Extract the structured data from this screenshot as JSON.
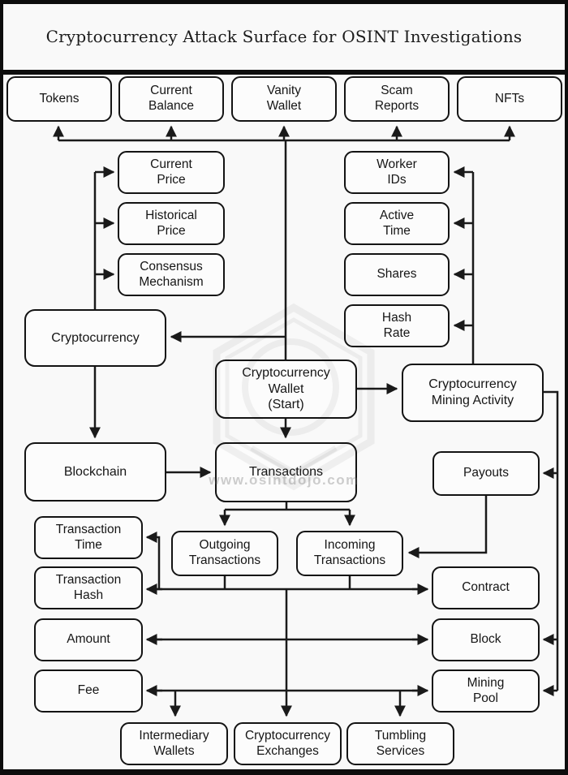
{
  "title": "Cryptocurrency Attack Surface for OSINT Investigations",
  "watermark": {
    "site": "www.osintdojo.com"
  },
  "colors": {
    "ink": "#1a1a1a",
    "background": "#f9f9f9",
    "node_fill": "#fcfcfc"
  },
  "diagram": {
    "type": "flowchart",
    "start_node": "cryptocurrency_wallet",
    "nodes": {
      "tokens": {
        "label": "Tokens"
      },
      "current_balance": {
        "label": "Current\nBalance"
      },
      "vanity_wallet": {
        "label": "Vanity\nWallet"
      },
      "scam_reports": {
        "label": "Scam\nReports"
      },
      "nfts": {
        "label": "NFTs"
      },
      "current_price": {
        "label": "Current\nPrice"
      },
      "historical_price": {
        "label": "Historical\nPrice"
      },
      "consensus_mechanism": {
        "label": "Consensus\nMechanism"
      },
      "worker_ids": {
        "label": "Worker\nIDs"
      },
      "active_time": {
        "label": "Active\nTime"
      },
      "shares": {
        "label": "Shares"
      },
      "hash_rate": {
        "label": "Hash\nRate"
      },
      "cryptocurrency": {
        "label": "Cryptocurrency"
      },
      "cryptocurrency_wallet": {
        "label": "Cryptocurrency\nWallet\n(Start)"
      },
      "mining_activity": {
        "label": "Cryptocurrency\nMining Activity"
      },
      "blockchain": {
        "label": "Blockchain"
      },
      "transactions": {
        "label": "Transactions"
      },
      "payouts": {
        "label": "Payouts"
      },
      "transaction_time": {
        "label": "Transaction\nTime"
      },
      "transaction_hash": {
        "label": "Transaction\nHash"
      },
      "amount": {
        "label": "Amount"
      },
      "fee": {
        "label": "Fee"
      },
      "outgoing_transactions": {
        "label": "Outgoing\nTransactions"
      },
      "incoming_transactions": {
        "label": "Incoming\nTransactions"
      },
      "contract": {
        "label": "Contract"
      },
      "block": {
        "label": "Block"
      },
      "mining_pool": {
        "label": "Mining\nPool"
      },
      "intermediary_wallets": {
        "label": "Intermediary\nWallets"
      },
      "cryptocurrency_exchanges": {
        "label": "Cryptocurrency\nExchanges"
      },
      "tumbling_services": {
        "label": "Tumbling\nServices"
      }
    },
    "edges": [
      {
        "from": "cryptocurrency_wallet",
        "to": "tokens"
      },
      {
        "from": "cryptocurrency_wallet",
        "to": "current_balance"
      },
      {
        "from": "cryptocurrency_wallet",
        "to": "vanity_wallet"
      },
      {
        "from": "cryptocurrency_wallet",
        "to": "scam_reports"
      },
      {
        "from": "cryptocurrency_wallet",
        "to": "nfts"
      },
      {
        "from": "cryptocurrency_wallet",
        "to": "cryptocurrency"
      },
      {
        "from": "cryptocurrency_wallet",
        "to": "transactions"
      },
      {
        "from": "cryptocurrency_wallet",
        "to": "mining_activity"
      },
      {
        "from": "cryptocurrency",
        "to": "current_price"
      },
      {
        "from": "cryptocurrency",
        "to": "historical_price"
      },
      {
        "from": "cryptocurrency",
        "to": "consensus_mechanism"
      },
      {
        "from": "cryptocurrency",
        "to": "blockchain"
      },
      {
        "from": "blockchain",
        "to": "transactions"
      },
      {
        "from": "mining_activity",
        "to": "worker_ids"
      },
      {
        "from": "mining_activity",
        "to": "active_time"
      },
      {
        "from": "mining_activity",
        "to": "shares"
      },
      {
        "from": "mining_activity",
        "to": "hash_rate"
      },
      {
        "from": "mining_activity",
        "to": "payouts"
      },
      {
        "from": "mining_activity",
        "to": "block"
      },
      {
        "from": "mining_activity",
        "to": "mining_pool"
      },
      {
        "from": "payouts",
        "to": "incoming_transactions"
      },
      {
        "from": "transactions",
        "to": "outgoing_transactions"
      },
      {
        "from": "transactions",
        "to": "incoming_transactions"
      },
      {
        "from": "outgoing_transactions",
        "to": "transaction_time"
      },
      {
        "from": "outgoing_transactions",
        "to": "transaction_hash"
      },
      {
        "from": "incoming_transactions",
        "to": "transaction_hash"
      },
      {
        "from": "outgoing_transactions",
        "to": "contract"
      },
      {
        "from": "incoming_transactions",
        "to": "contract"
      },
      {
        "from": "outgoing_transactions",
        "to": "cryptocurrency_exchanges"
      },
      {
        "from": "incoming_transactions",
        "to": "cryptocurrency_exchanges"
      },
      {
        "from": "amount",
        "to": "block",
        "bidirectional": true
      },
      {
        "from": "fee",
        "to": "mining_pool",
        "bidirectional": true
      },
      {
        "from": "fee_mining_pool_row",
        "to": "intermediary_wallets"
      },
      {
        "from": "fee_mining_pool_row",
        "to": "tumbling_services"
      }
    ]
  }
}
